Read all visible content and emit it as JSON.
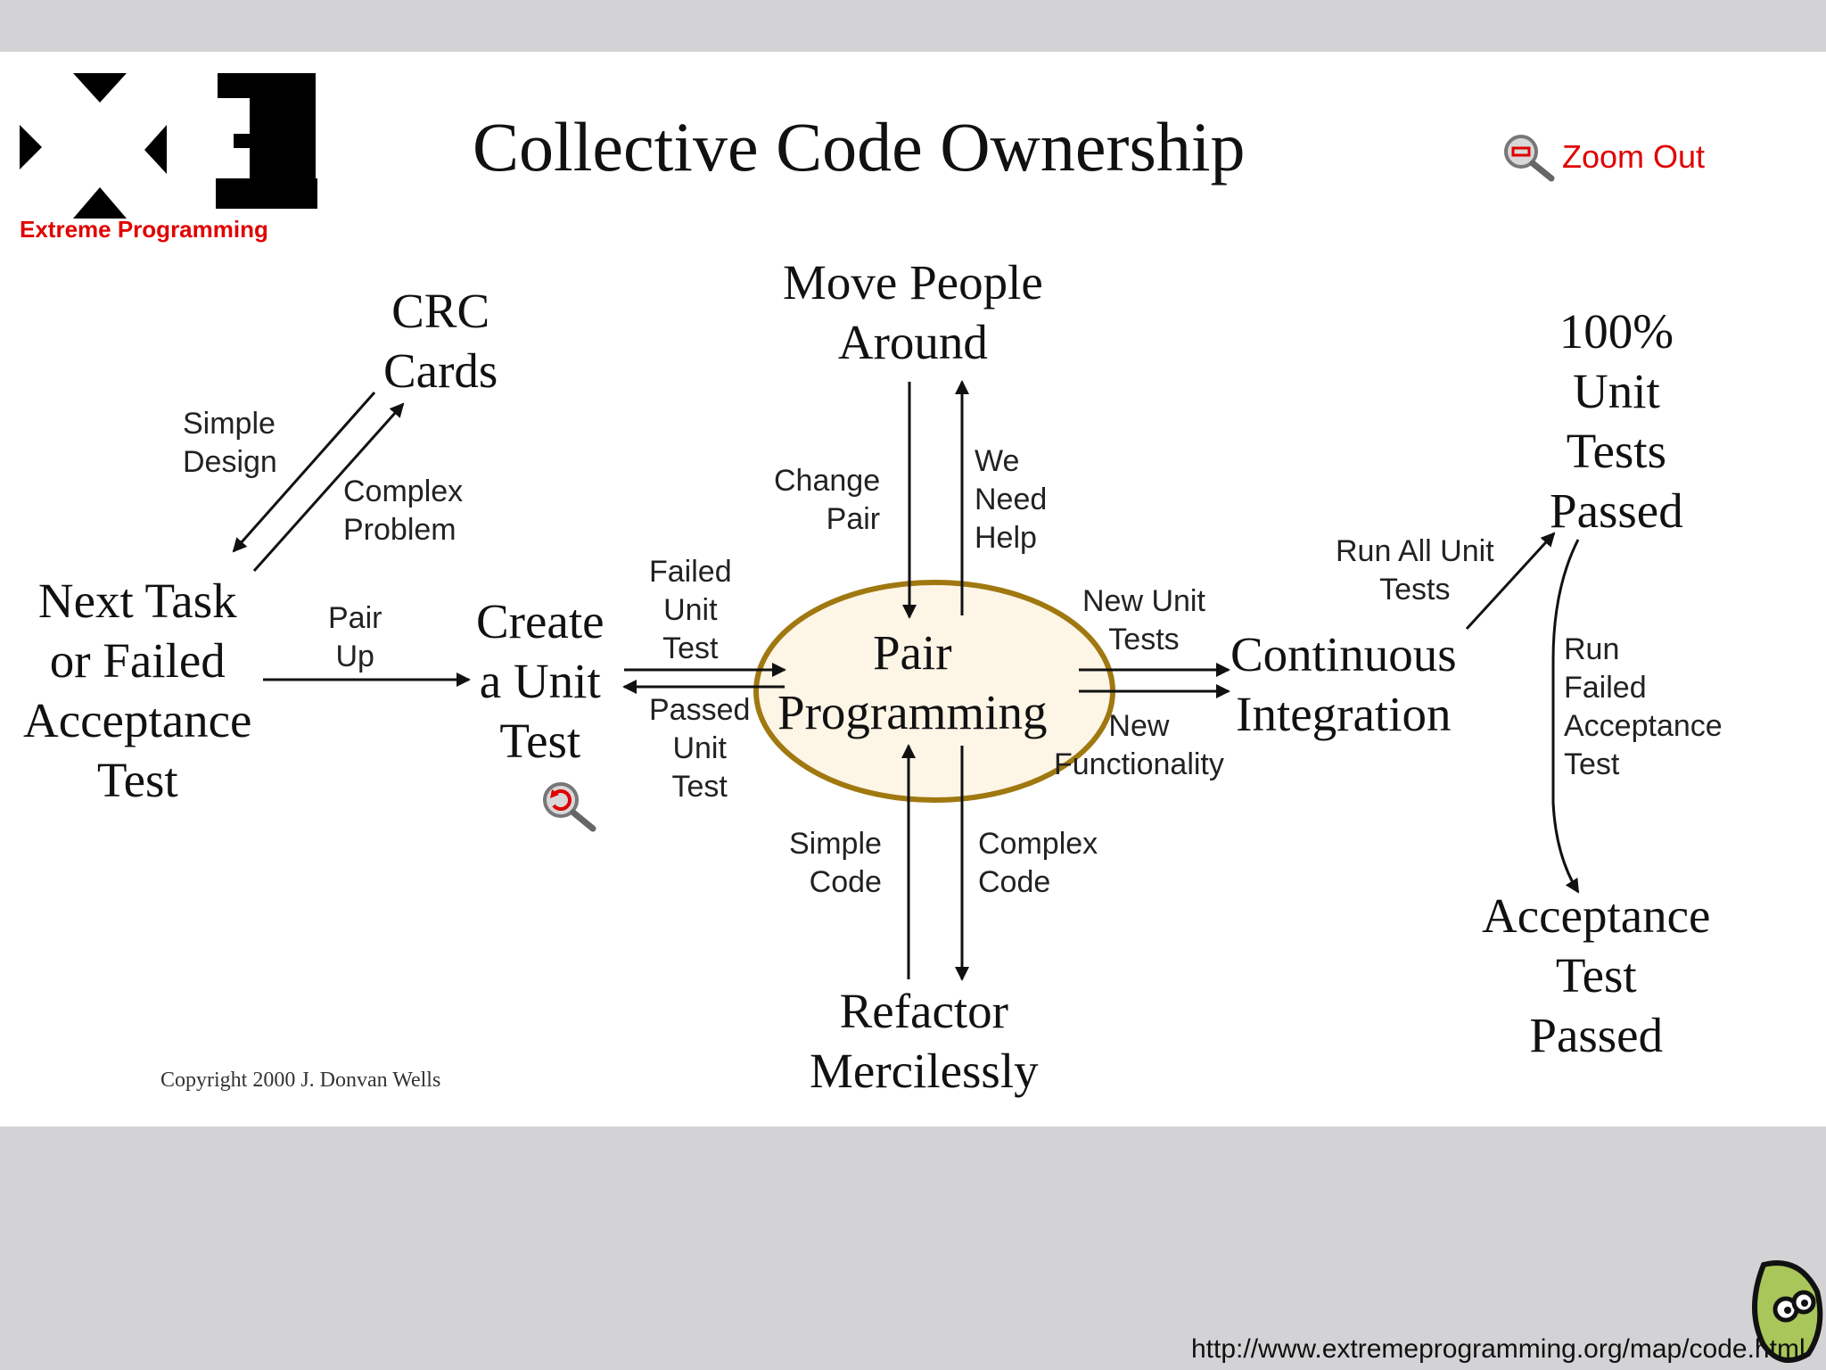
{
  "title": "Collective Code Ownership",
  "logo": {
    "wordmark": "Extreme Programming",
    "colors": {
      "mark": "#000000",
      "wordmark": "#e00000"
    }
  },
  "zoom_out_label": "Zoom Out",
  "copyright": "Copyright 2000 J. Donvan Wells",
  "url": "http://www.extremeprogramming.org/map/code.html",
  "nodes": {
    "crc_cards": "CRC\nCards",
    "move_people_around": "Move People\nAround",
    "unit_tests_passed": "100%\nUnit\nTests\nPassed",
    "next_task": "Next Task\nor Failed\nAcceptance\nTest",
    "create_unit_test": "Create\na Unit\nTest",
    "pair_programming": "Pair\nProgramming",
    "continuous_integration": "Continuous\nIntegration",
    "refactor_mercilessly": "Refactor\nMercilessly",
    "acceptance_test_passed": "Acceptance\nTest\nPassed"
  },
  "edge_labels": {
    "simple_design": "Simple\nDesign",
    "complex_problem": "Complex\nProblem",
    "pair_up": "Pair\nUp",
    "failed_unit_test": "Failed\nUnit\nTest",
    "passed_unit_test": "Passed\nUnit\nTest",
    "change_pair": "Change\nPair",
    "we_need_help": "We\nNeed\nHelp",
    "new_unit_tests": "New Unit\nTests",
    "new_functionality": "New\nFunctionality",
    "run_all_unit_tests": "Run All Unit\nTests",
    "run_failed_acceptance_test": "Run\nFailed\nAcceptance\nTest",
    "simple_code": "Simple\nCode",
    "complex_code": "Complex\nCode"
  },
  "colors": {
    "ellipse_fill": "#fdf5e6",
    "ellipse_stroke": "#a07810",
    "zoom_red": "#e00000",
    "frame_gray": "#d3d3d6"
  },
  "icons": [
    "zoom-out-icon",
    "magnifier-icon",
    "mascot-icon"
  ]
}
